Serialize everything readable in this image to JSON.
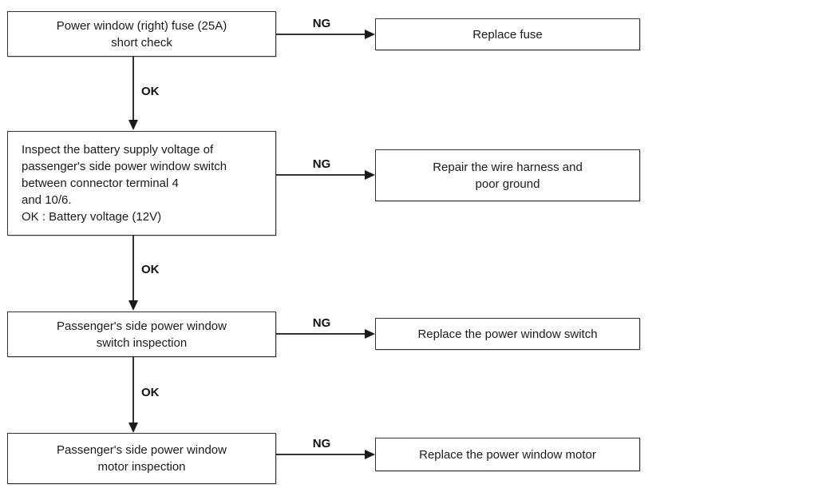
{
  "flow": {
    "steps": [
      {
        "check": "Power window (right) fuse (25A)\nshort check",
        "ng_label": "NG",
        "action": "Replace fuse",
        "ok_label": "OK"
      },
      {
        "check": "Inspect the battery supply voltage of\npassenger's side power window switch\nbetween connector terminal 4\nand 10/6.\nOK : Battery voltage (12V)",
        "ng_label": "NG",
        "action": "Repair the wire harness and\npoor ground",
        "ok_label": "OK"
      },
      {
        "check": "Passenger's side power window\nswitch inspection",
        "ng_label": "NG",
        "action": "Replace the power window switch",
        "ok_label": "OK"
      },
      {
        "check": "Passenger's side power window\nmotor inspection",
        "ng_label": "NG",
        "action": "Replace the power window motor"
      }
    ],
    "colors": {
      "line": "#333333",
      "border": "#333333",
      "text": "#111111",
      "background": "#ffffff"
    }
  }
}
